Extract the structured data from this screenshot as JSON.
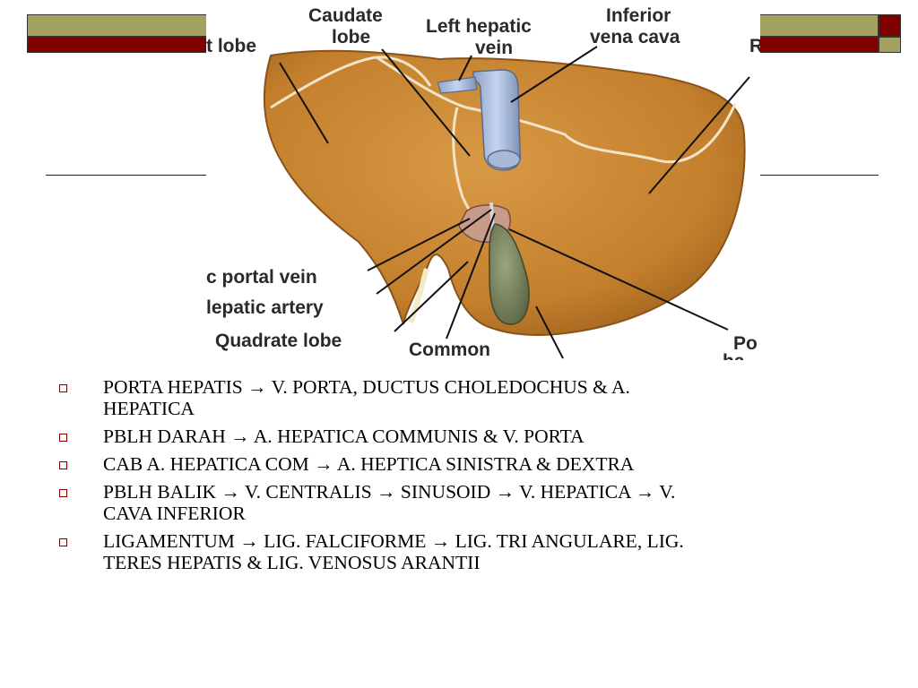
{
  "colors": {
    "olive": "#a3a060",
    "maroon": "#800000",
    "liver": "#c8862f",
    "bullet_marker": "#800000"
  },
  "figure": {
    "labels": {
      "left_lobe": "t lobe",
      "caudate_line1": "Caudate",
      "caudate_line2": "lobe",
      "left_hepatic_line1": "Left hepatic",
      "left_hepatic_line2": "vein",
      "ivc_line1": "Inferior",
      "ivc_line2": "vena cava",
      "right_edge": "R",
      "portal_vein": "c portal vein",
      "hepatic_artery": "lepatic artery",
      "quadrate_lobe": "Quadrate lobe",
      "common": "Common",
      "right_bottom_line1": "Po",
      "right_bottom_line2": "ha"
    }
  },
  "bullets": [
    {
      "icon": "square-bullet-icon",
      "segments": [
        "PORTA HEPATIS ",
        "→",
        " V. PORTA, DUCTUS CHOLEDOCHUS & A.",
        "HEPATICA"
      ]
    },
    {
      "icon": "square-bullet-icon",
      "segments": [
        "PBLH DARAH ",
        "→",
        " A. HEPATICA COMMUNIS & V. PORTA"
      ]
    },
    {
      "icon": "square-bullet-icon",
      "segments": [
        "CAB A. HEPATICA COM ",
        "→",
        " A. HEPTICA SINISTRA & DEXTRA"
      ]
    },
    {
      "icon": "square-bullet-icon",
      "segments": [
        "PBLH BALIK ",
        "→",
        " V. CENTRALIS ",
        "→",
        " SINUSOID ",
        "→",
        " V. HEPATICA ",
        "→",
        " V.",
        "CAVA INFERIOR"
      ]
    },
    {
      "icon": "square-bullet-icon",
      "segments": [
        "LIGAMENTUM ",
        "→",
        " LIG.  FALCIFORME ",
        "→",
        " LIG. TRI ANGULARE, LIG.",
        "TERES HEPATIS & LIG. VENOSUS ARANTII"
      ]
    }
  ]
}
